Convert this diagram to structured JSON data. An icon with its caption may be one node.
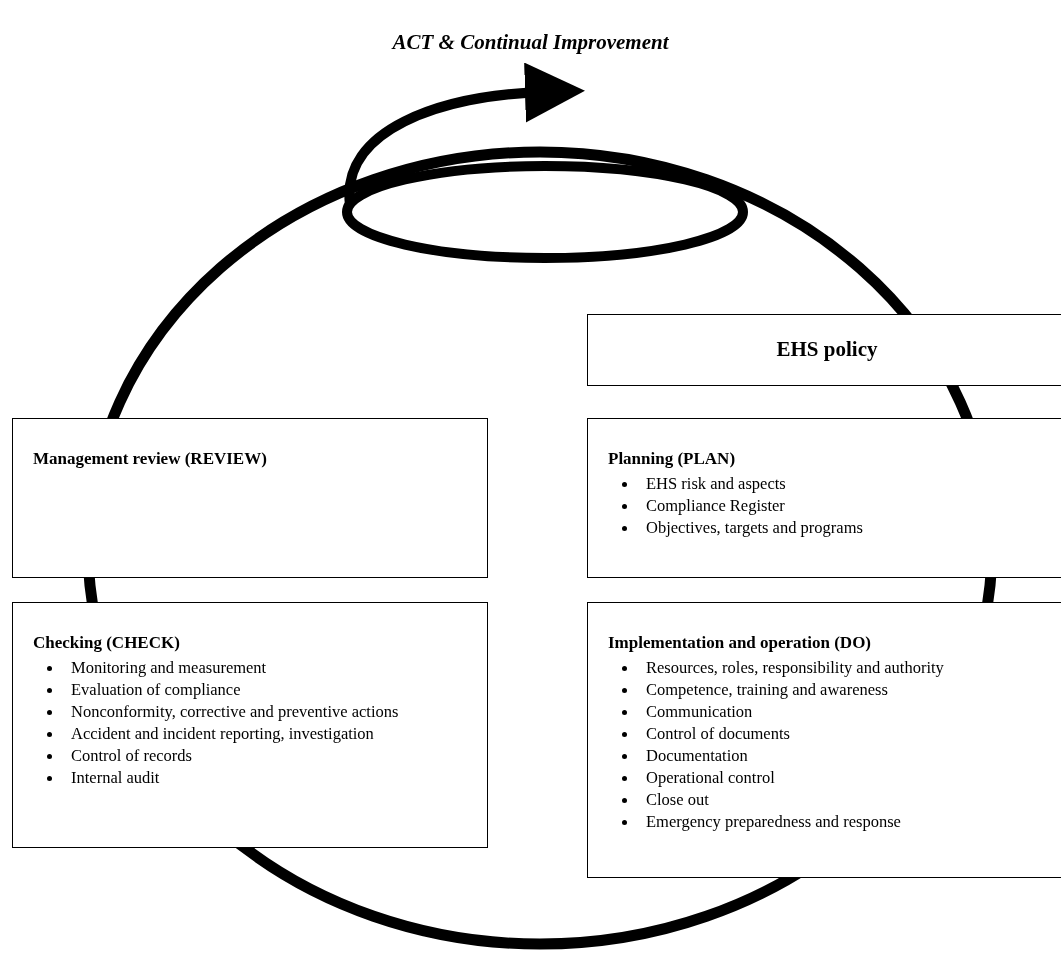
{
  "diagram": {
    "title": "ACT & Continual Improvement",
    "nodes": [
      {
        "text": [
          "EHS policy"
        ]
      },
      {
        "text": [
          "Management review (REVIEW)"
        ]
      },
      {
        "text": [
          "Planning (PLAN)",
          "EHS risk and aspects",
          "Compliance Register",
          "Objectives, targets and programs"
        ]
      },
      {
        "text": [
          "Checking (CHECK)",
          "Monitoring and measurement",
          "Evaluation of compliance",
          "Nonconformity, corrective and preventive actions",
          "Accident and incident reporting, investigation",
          "Control of records",
          "Internal audit"
        ]
      },
      {
        "text": [
          "Implementation and operation (DO)",
          "Resources, roles, responsibility and authority",
          "Competence, training and awareness",
          "Communication",
          "Control of documents",
          "Documentation",
          "Operational control",
          "Close out",
          "Emergency preparedness and response"
        ]
      }
    ]
  }
}
